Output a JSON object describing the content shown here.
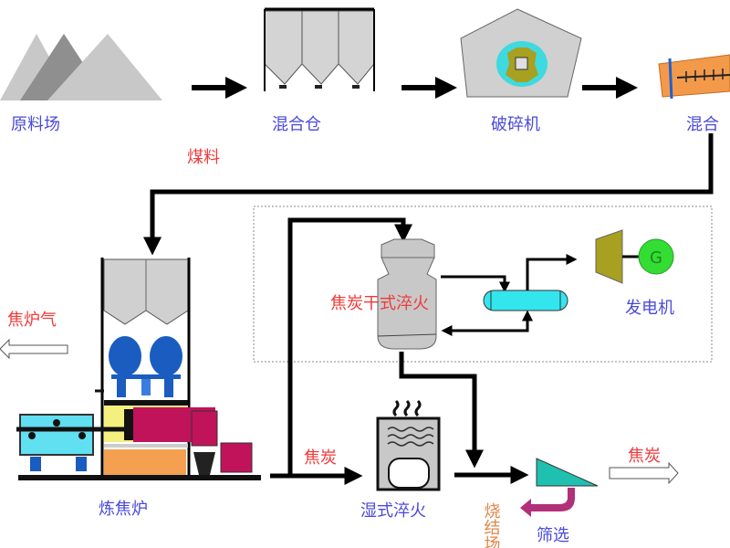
{
  "top_row": {
    "raw_yard": "原料场",
    "mixing_bin": "混合仓",
    "crusher": "破碎机",
    "mixer": "混合"
  },
  "coal_label": "煤料",
  "coke_oven": {
    "label": "炼焦炉",
    "gas_label": "焦炉气"
  },
  "dry_quench": {
    "label": "焦炭干式淬火",
    "generator_label": "发电机",
    "generator_symbol": "G"
  },
  "coke_flow_label": "焦炭",
  "wet_quench_label": "湿式淬火",
  "sinter_label": "烧结场",
  "screening_label": "筛选",
  "coke_output_label": "焦炭",
  "colors": {
    "label_blue": "#4a4ad8",
    "label_red": "#f03a3a",
    "label_orange": "#e0874a",
    "generator_green": "#33dd33",
    "drum_cyan": "#33e6ee",
    "screen_teal": "#20c0b0",
    "oven_orange": "#f4a050",
    "coke_magenta": "#c0135a"
  }
}
